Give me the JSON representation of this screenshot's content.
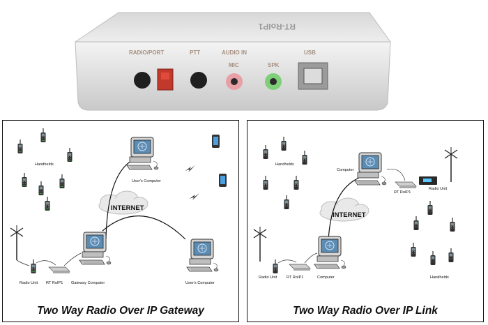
{
  "device_photo": {
    "port_labels": [
      "RADIO/PORT",
      "PTT",
      "AUDIO IN",
      "MIC",
      "SPK",
      "USB"
    ],
    "top_logo_text": "RT-RoIP1"
  },
  "gateway_diagram": {
    "caption": "Two Way Radio Over IP Gateway",
    "labels": {
      "handhelds": "Handhelds",
      "users_computer_top": "User's Computer",
      "internet": "INTERNET",
      "radio_unit": "Radio Unit",
      "rt_roip1": "RT RoIP1",
      "gateway_computer": "Gateway Computer",
      "users_computer_bottom": "User's Computer"
    }
  },
  "link_diagram": {
    "caption": "Two Way Radio Over IP Link",
    "labels": {
      "handhelds_top": "Handhelds",
      "computer_top": "Computer",
      "rt_roip1_top": "RT RoIP1",
      "radio_unit_top": "Radio Unit",
      "internet": "INTERNET",
      "radio_unit_bottom": "Radio Unit",
      "rt_roip1_bottom": "RT RoIP1",
      "computer_bottom": "Computer",
      "handhelds_bottom": "Handhelds"
    }
  }
}
